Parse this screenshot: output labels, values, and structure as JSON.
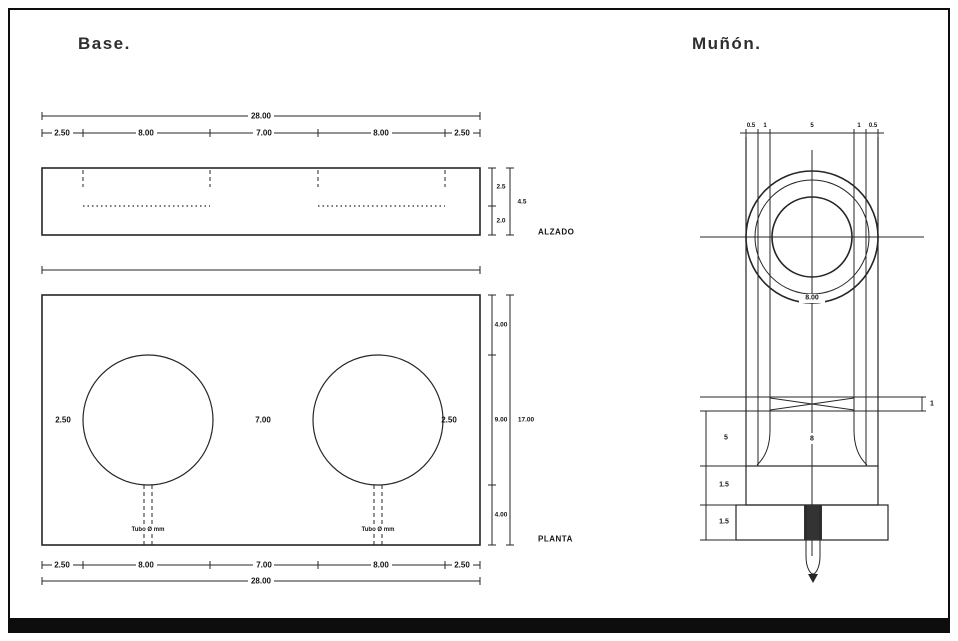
{
  "page": {
    "background": "#ffffff",
    "line_color": "#262626",
    "frame_color": "#0d0d0d"
  },
  "base": {
    "title": "Base.",
    "views": {
      "elevation_label": "ALZADO",
      "plan_label": "PLANTA"
    },
    "dims": {
      "total_top": "28.00",
      "total_bottom": "28.00",
      "top_row": [
        "2.50",
        "8.00",
        "7.00",
        "8.00",
        "2.50"
      ],
      "bottom_row": [
        "2.50",
        "8.00",
        "7.00",
        "8.00",
        "2.50"
      ],
      "alzado_right": [
        "2.5",
        "2.0",
        "4.5"
      ],
      "planta_inside": [
        "2.50",
        "7.00",
        "2.50"
      ],
      "planta_right": [
        "4.00",
        "9.00",
        "4.00"
      ],
      "planta_right_total": "17.00",
      "pipe_note": "Tubo Ø mm"
    }
  },
  "munon": {
    "title": "Muñón.",
    "dims": {
      "top_row": [
        "0.5",
        "1",
        "5",
        "1",
        "0.5"
      ],
      "ring_diameter": "8.00",
      "notch_height": "1",
      "shank_height": "5",
      "shank_center": "8",
      "upper_block_height": "1.5",
      "base_block_height": "1.5"
    }
  }
}
